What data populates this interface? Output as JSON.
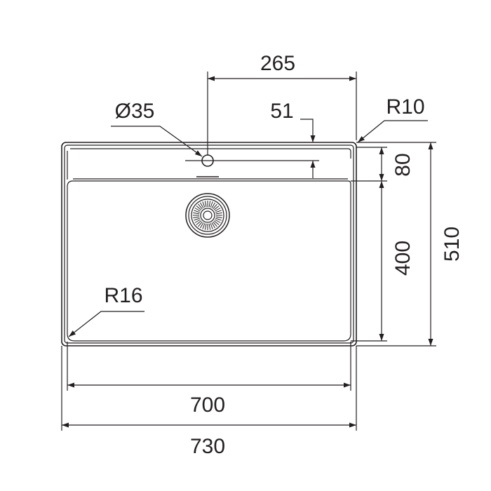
{
  "dimensions": {
    "outer_width": "730",
    "bowl_width": "700",
    "outer_height": "510",
    "bowl_height": "400",
    "deck_depth": "80",
    "tap_offset_side": "265",
    "tap_offset_front": "51",
    "tap_hole_diameter": "Ø35",
    "corner_radius_outer": "R10",
    "corner_radius_bowl": "R16"
  },
  "colors": {
    "line": "#231f20",
    "background": "#ffffff"
  }
}
